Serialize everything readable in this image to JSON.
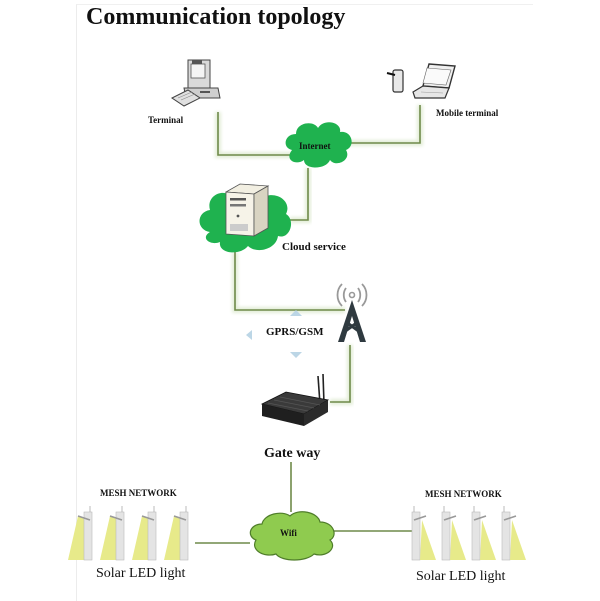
{
  "title": "Communication topology",
  "nodes": {
    "terminal": {
      "label": "Terminal",
      "icon": "desktop-computer-icon"
    },
    "mobile_terminal": {
      "label": "Mobile terminal",
      "icon": "phone-laptop-icon"
    },
    "internet": {
      "label": "Internet",
      "icon": "cloud-icon"
    },
    "cloud_service": {
      "label": "Cloud service",
      "icon": "server-cloud-icon"
    },
    "gprs": {
      "label": "GPRS/GSM",
      "icon": "cell-tower-icon"
    },
    "gateway": {
      "label": "Gate way",
      "icon": "router-icon"
    },
    "wifi": {
      "label": "Wifi",
      "icon": "cloud-icon"
    },
    "mesh_left": {
      "network_label": "MESH NETWORK",
      "label": "Solar LED light",
      "icon": "street-light-icon"
    },
    "mesh_right": {
      "network_label": "MESH NETWORK",
      "label": "Solar LED light",
      "icon": "street-light-icon"
    }
  },
  "colors": {
    "link": "#6f8a4a",
    "link_glow": "#e4eed8",
    "internet_cloud": "#1fb24f",
    "wifi_cloud": "#8fcb4f",
    "light_beam": "#e7ea8a",
    "signal_arrow": "#bcd6e6"
  }
}
